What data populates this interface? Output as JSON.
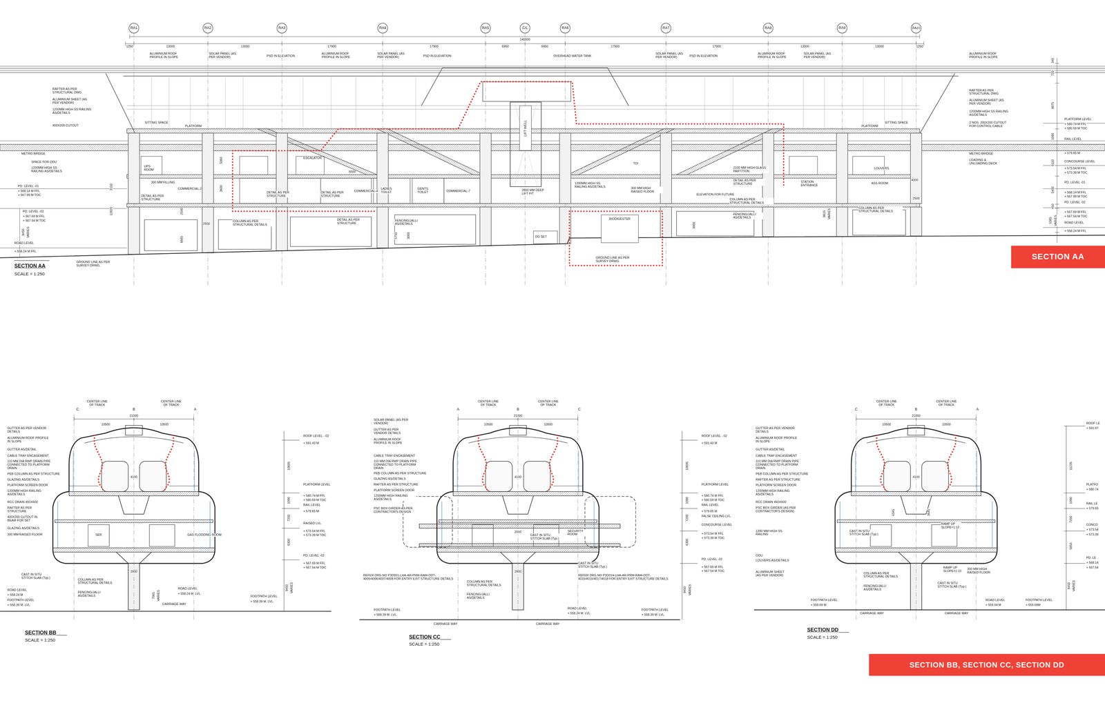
{
  "diagram": {
    "nodes": [
      {
        "text": [
          "SECTION AA"
        ]
      },
      {
        "text": [
          "SECTION BB, SECTION CC, SECTION DD"
        ]
      },
      {
        "text": [
          "LIFT WELL"
        ]
      },
      {
        "text": [
          "BIODIGESTER"
        ]
      }
    ],
    "labels": [
      "RA1",
      "RA2",
      "RA3",
      "RA4",
      "RA5",
      "C/L",
      "RA6",
      "RA7",
      "RA8",
      "RA9",
      "RA10",
      "140000",
      "1250",
      "13000",
      "13000",
      "17900",
      "17900",
      "6950",
      "6950",
      "17900",
      "17900",
      "13000",
      "13000",
      "1250",
      "ALUMINIUM ROOF PROFILE IN SLOPE",
      "SOLAR PANEL (AS PER VENDOR)",
      "PSD IN ELEVATION",
      "ALUMINIUM ROOF PROFILE IN SLOPE",
      "SOLAR PANEL (AS PER VENDOR)",
      "PSD IN ELEVATION",
      "OVERHEAD WATER TANK",
      "SOLAR PANEL (AS PER VENDOR)",
      "PSD IN ELEVATION",
      "ALUMINIUM ROOF PROFILE IN SLOPE",
      "SOLAR PANEL (AS PER VENDOR)",
      "ALUMINIUM ROOF PROFILE IN SLOPE",
      "RAFTER AS PER STRUCTURAL DWG.",
      "ALUMINIUM SHEET (AS PER VENDOR)",
      "1200MM HIGH SS RAILING AS/DETAILS",
      "400X200 CUTOUT",
      "METRO BRIDGE",
      "SPACE FOR ODU",
      "1200MM HIGH SS RAILING AS/DETAILS",
      "RAFTER AS PER STRUCTURAL DWG.",
      "ALUMINIUM SHEET (AS PER VENDOR)",
      "1200MM HIGH SS RAILING AS/DETAILS",
      "2 NOS. 200X200 CUTOUT FOR CONTROL CABLE",
      "METRO BRIDGE",
      "LOADING & UNLOADING DECK",
      "SITTING SPACE",
      "PLATFORM",
      "SITTING SPACE",
      "PLATFORM",
      "ESCALATOR",
      "UPS ROOM",
      "300 MM FILLING",
      "DETAIL AS PER STRUCTURE",
      "COMMERCIAL-2",
      "DETAIL AS PER STRUCTURE",
      "DETAIL AS PER STRUCTURE",
      "COMMERCIAL-4",
      "LADIES TOILET",
      "GENTS TOILET",
      "COMMERCIAL-7",
      "COLUMN AS PER STRUCTURAL DETAILS",
      "DETAIL AS PER STRUCTURE",
      "2800 MM DEEP LIFT PIT",
      "1200MM HIGH SS RAILING AS/DETAILS",
      "300 MM HIGH RAISED FLOOR",
      "2100 MM HIGH GLASS PARTITION",
      "ELEVATION FOR FUTURE",
      "DETAIL AS PER STRUCTURE",
      "STATION ENTRANCE",
      "COLUMN AS PER STRUCTURAL DETAILS",
      "FENCING/JALLI AS/DETAILS",
      "COLUMN AS PER STRUCTURAL DETAILS",
      "LOUVERS",
      "ASS ROOM",
      "TOI",
      "DG SET",
      "GROUND LINE AS PER SURVEY DRWG.",
      "FENCING/JALLI AS/DETAILS",
      "GROUND LINE AS PER SURVEY DRWG.",
      "PD. LEVEL -01",
      "+ 568.14 M FFL",
      "+ 567.99 M TOC",
      "PD. LEVEL -02",
      "+ 567.69 M FFL",
      "+ 567.54 M TOC",
      "ROAD LEVEL",
      "+ 558.24 M FFL",
      "SECTION AA",
      "SCALE = 1:250",
      "PLATFORM LEVEL",
      "+ 580.74 M FFL",
      "+ 580.59 M TOC",
      "RAIL LEVEL",
      "+ 579.65 M",
      "CONCOURSE LEVEL",
      "+ 573.54 M FFL",
      "+ 573.39 M TOC",
      "PD. LEVEL -01",
      "+ 568.14 M FFL",
      "+ 567.99 M TOC",
      "PD. LEVEL -02",
      "+ 567.69 M FFL",
      "+ 567.54 M TOC",
      "ROAD LEVEL",
      "+ 558.24 M FFL",
      "720",
      "340",
      "9975",
      "1090",
      "6110",
      "5400",
      "450",
      "5385",
      "VARIES",
      "9450",
      "VARIES",
      "12820",
      "3150",
      "6665",
      "2590",
      "5060",
      "3600",
      "9615",
      "VARIES",
      "3000",
      "5750",
      "3000",
      "6500",
      "4000",
      "2500",
      "2500",
      "C",
      "B",
      "A",
      "CENTER LINE OF TRACK",
      "CENTER LINE OF TRACK",
      "21000",
      "10500",
      "10500",
      "GUTTER AS PER VENDOR DETAILS",
      "ALUMINIUM ROOF PROFILE IN SLOPE",
      "GUTTER AS/DETAIL",
      "CABLE TRAY ENCASEMENT",
      "110 MM DIA RWP DRAIN PIPE CONNECTED TO PLATFORM DRAIN",
      "PEB COLUMN AS PER STRUCTURE",
      "GLAZING AS/DETAILS",
      "PLATFORM SCREEN DOOR",
      "1200MM HIGH RAILING AS/DETAILS",
      "RCC DRAIN 450X600",
      "RAFTER AS PER STRUCTURE",
      "400X200 CUTOUT IN BEAM FOR SET",
      "GLAZING AS/DETAILS",
      "300 MM RAISED FLOOR",
      "4100",
      "SER",
      "GAS FLOODING ROOM",
      "CAST IN SITU STITCH SLAB (Typ.)",
      "COLUMN AS PER STRUCTURAL DETAILS",
      "FENCING/JALLI AS/DETAILS",
      "2800",
      "ROAD LEVEL",
      "+ 558.24 M",
      "FOOTPATH LEVEL",
      "+ 558.39 M. LVL.",
      "ROAD LEVEL",
      "+ 558.24 M. LVL.",
      "FOOTPATH LEVEL",
      "+ 558.39 M. LVL.",
      "CARRIAGE WAY",
      "7065",
      "VARIES",
      "ROOF LEVEL - 02",
      "+ 591.43 M",
      "PLATFORM LEVEL",
      "+ 580.74 M FFL",
      "+ 580.59 M TOC",
      "RAIL LEVEL",
      "+ 579.65 M",
      "RAISED LVL.",
      "+ 573.54 M FFL",
      "+ 573.39 M TOC",
      "PD. LEVEL -02",
      "+ 567.69 M FFL",
      "+ 567.54 M TOC",
      "10695",
      "1090",
      "7200",
      "6300",
      "9450",
      "VARIES",
      "SECTION BB",
      "SCALE = 1:250",
      "A",
      "B",
      "C",
      "CENTER LINE OF TRACK",
      "CENTER LINE OF TRACK",
      "21000",
      "10500",
      "10500",
      "SOLAR PANEL (AS PER VENDOR)",
      "GUTTER AS PER VENDOR DETAILS",
      "ALUMINIUM ROOF PROFILE IN SLOPE",
      "CABLE TRAY ENCASEMENT",
      "110 MM DIA RWP DRAIN PIPE CONNECTED TO PLATFORM DRAIN",
      "PEB COLUMN AS PER STRUCTURE",
      "GLAZING AS/DETAILS",
      "RAFTER AS PER STRUCTURE",
      "PLATFORM SCREEN DOOR",
      "1200MM HIGH RAILING AS/DETAILS",
      "PSC BOX GIRDER AS PER CONTRACTOR'S DESIGN",
      "4100",
      "2000",
      "SECURITY ROOM",
      "CAST IN SITU STITCH SLAB (Typ.)",
      "2800",
      "REFER DRG.NO P3D001-LHA-AR-PRM-RAW-DDT-4005/4006/4007/4008 FOR ENTRY EXIT STRUCTURE DETAILS",
      "COLUMN AS PER STRUCTURAL DETAILS",
      "FENCING/JALLI AS/DETAILS",
      "CAST IN SITU STITCH SLAB (Typ.)",
      "REFER DRG.NO P3D014-LHA-AR-PRM-RAW-DDT-4015/4016/4017/4018 FOR ENTRY EXIT STRUCTURE DETAILS",
      "FOOTPATH LEVEL",
      "+ 558.39 M. LVL.",
      "ROAD LEVEL",
      "+ 558.24 M. LVL.",
      "FOOTPATH LEVEL",
      "+ 558.39 M. LVL.",
      "CARRIAGE WAY",
      "CARRIAGE WAY",
      "ROOF LEVEL - 02",
      "+ 591.43 M",
      "PLATFORM LEVEL",
      "+ 580.74 M FFL",
      "+ 580.59 M TOC",
      "RAIL LEVEL",
      "+ 579.65 M",
      "FALSE CEILING LVL.",
      "CONCOURSE LEVEL",
      "+ 573.54 M FFL",
      "+ 573.39 M TOC",
      "PD. LEVEL -02",
      "+ 567.69 M FFL",
      "+ 567.54 M TOC",
      "10695",
      "1090",
      "7200",
      "6300",
      "9450",
      "VARIES",
      "SECTION CC",
      "SCALE = 1:250",
      "C",
      "B",
      "A",
      "CENTER LINE OF TRACK",
      "CENTER LINE OF TRACK",
      "21000",
      "10500",
      "10500",
      "GUTTER AS PER VENDOR DETAILS",
      "ALUMINIUM ROOF PROFILE IN SLOPE",
      "GUTTER AS/DETAIL",
      "CABLE TRAY ENCASEMENT",
      "110 MM DIA RWP DRAIN PIPE CONNECTED TO PLATFORM DRAIN",
      "PEB COLUMN AS PER STRUCTURE",
      "RAFTER AS PER STRUCTURE",
      "PLATFORM SCREEN DOOR",
      "1200MM HIGH RAILING AS/DETAILS",
      "RCC DRAIN 450X600",
      "PSC BOX GIRDER (AS PER CONTRACTOR'S DESIGN)",
      "1200 MM HIGH SS RAILING",
      "ODU",
      "LOUVERS AS/DETAILS",
      "ALUMINIUM SHEET (AS PER VENDOR)",
      "4100",
      "4345",
      "3645",
      "RAMP UP SLOPE=1:12",
      "CAST IN SITU STITCH SLAB (Typ.)",
      "COLUMN AS PER STRUCTURAL DETAILS",
      "FENCING/JALLI AS/DETAILS",
      "RAMP UP SLOPE=1:10",
      "300 MM HIGH RAISED FLOOR",
      "CAST IN SITU STITCH SLAB (Typ.)",
      "FOOTPATH LEVEL",
      "+ 559.69 M",
      "ROAD LEVEL",
      "+ 559.54 M",
      "FOOTPATH LEVEL",
      "+ 559.69M",
      "CARRIAGE WAY",
      "CARRIAGE WAY",
      "ROOF LE",
      "+ 591.97",
      "PLATFO",
      "+ 580.74",
      "RAIL LE",
      "+ 579.65",
      "CONCO",
      "+ 573.54",
      "+ 573.39",
      "PD. LE",
      "+ 568.14",
      "+ 567.54",
      "11235",
      "1090",
      "7200",
      "5850",
      "8450",
      "VARIES",
      "SECTION DD",
      "SCALE = 1:250"
    ]
  }
}
